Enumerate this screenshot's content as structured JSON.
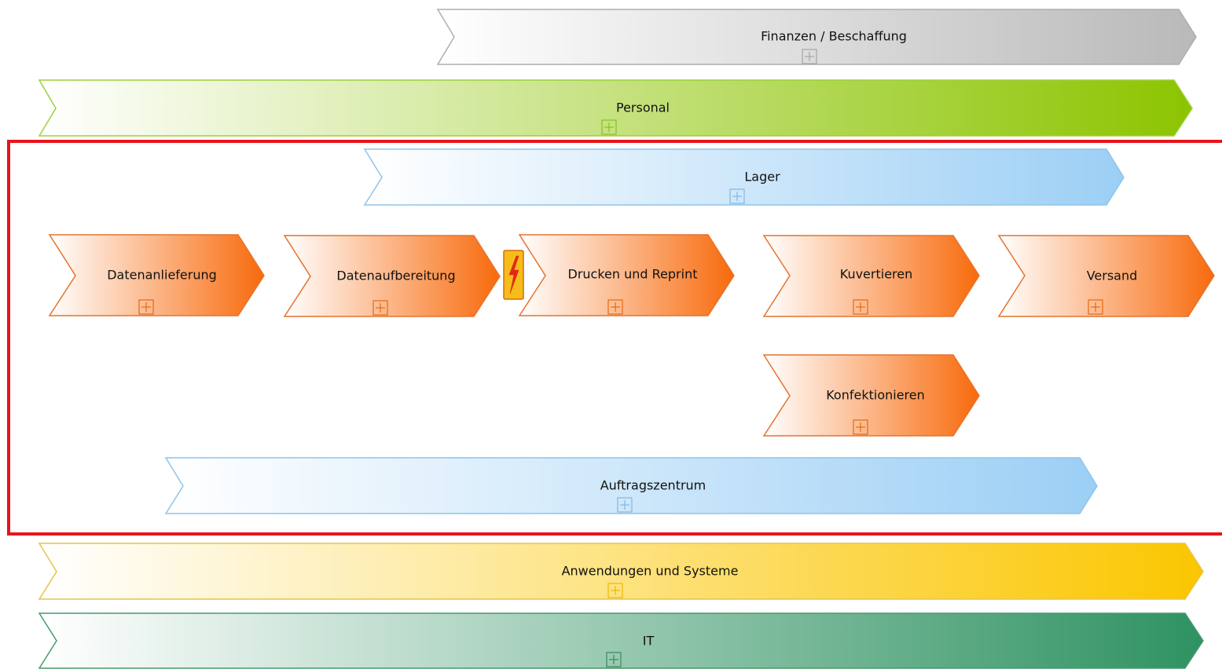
{
  "diagram": {
    "scope_frame_color": "#e8131b",
    "bands_top": [
      {
        "id": "finanzen-beschaffung",
        "label": "Finanzen / Beschaffung",
        "color_start": "#ffffff",
        "color_end": "#b9b9b9",
        "stroke": "#aeaeae",
        "icon_color": "#a5a5a5"
      },
      {
        "id": "personal",
        "label": "Personal",
        "color_start": "#ffffff",
        "color_end": "#8cc400",
        "stroke": "#9bcf3a",
        "icon_color": "#86c220"
      }
    ],
    "bands_inner": [
      {
        "id": "lager",
        "label": "Lager",
        "color_start": "#ffffff",
        "color_end": "#9ccff5",
        "stroke": "#8fc3ea",
        "icon_color": "#7eb7e6"
      },
      {
        "id": "auftragszentrum",
        "label": "Auftragszentrum",
        "color_start": "#ffffff",
        "color_end": "#9ccff5",
        "stroke": "#8fc3ea",
        "icon_color": "#7eb7e6"
      }
    ],
    "bands_bottom": [
      {
        "id": "anwendungen-und-systeme",
        "label": "Anwendungen und Systeme",
        "color_start": "#ffffff",
        "color_end": "#fbc600",
        "stroke": "#e9c24a",
        "icon_color": "#f0b800"
      },
      {
        "id": "it",
        "label": "IT",
        "color_start": "#ffffff",
        "color_end": "#2f9262",
        "stroke": "#49996d",
        "icon_color": "#3a8a5a"
      }
    ],
    "process_color_start": "#ffffff",
    "process_color_end": "#f86a0c",
    "process_stroke": "#e4732e",
    "process_icon_color": "#e36a14",
    "processes": [
      {
        "id": "datenanlieferung",
        "label": "Datenanlieferung"
      },
      {
        "id": "datenaufbereitung",
        "label": "Datenaufbereitung"
      },
      {
        "id": "drucken-und-reprint",
        "label": "Drucken und Reprint"
      },
      {
        "id": "kuvertieren",
        "label": "Kuvertieren"
      },
      {
        "id": "versand",
        "label": "Versand"
      },
      {
        "id": "konfektionieren",
        "label": "Konfektionieren"
      }
    ],
    "risk_marker": {
      "icon": "lightning-bolt-icon",
      "fill": "#f6bd18",
      "stroke": "#d66a10",
      "bolt_color": "#e0281a"
    }
  }
}
